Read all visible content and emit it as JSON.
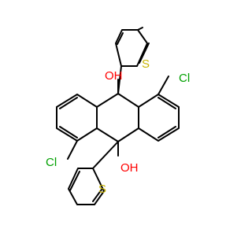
{
  "molecule": {
    "labels": {
      "oh_top": "OH",
      "oh_bottom": "OH",
      "cl_top": "Cl",
      "cl_bottom": "Cl",
      "s_top": "S",
      "s_bottom": "S"
    }
  },
  "colors": {
    "bond": "#000000",
    "oxygen": "#ff0000",
    "chlorine": "#00a000",
    "sulfur": "#c8b400"
  }
}
